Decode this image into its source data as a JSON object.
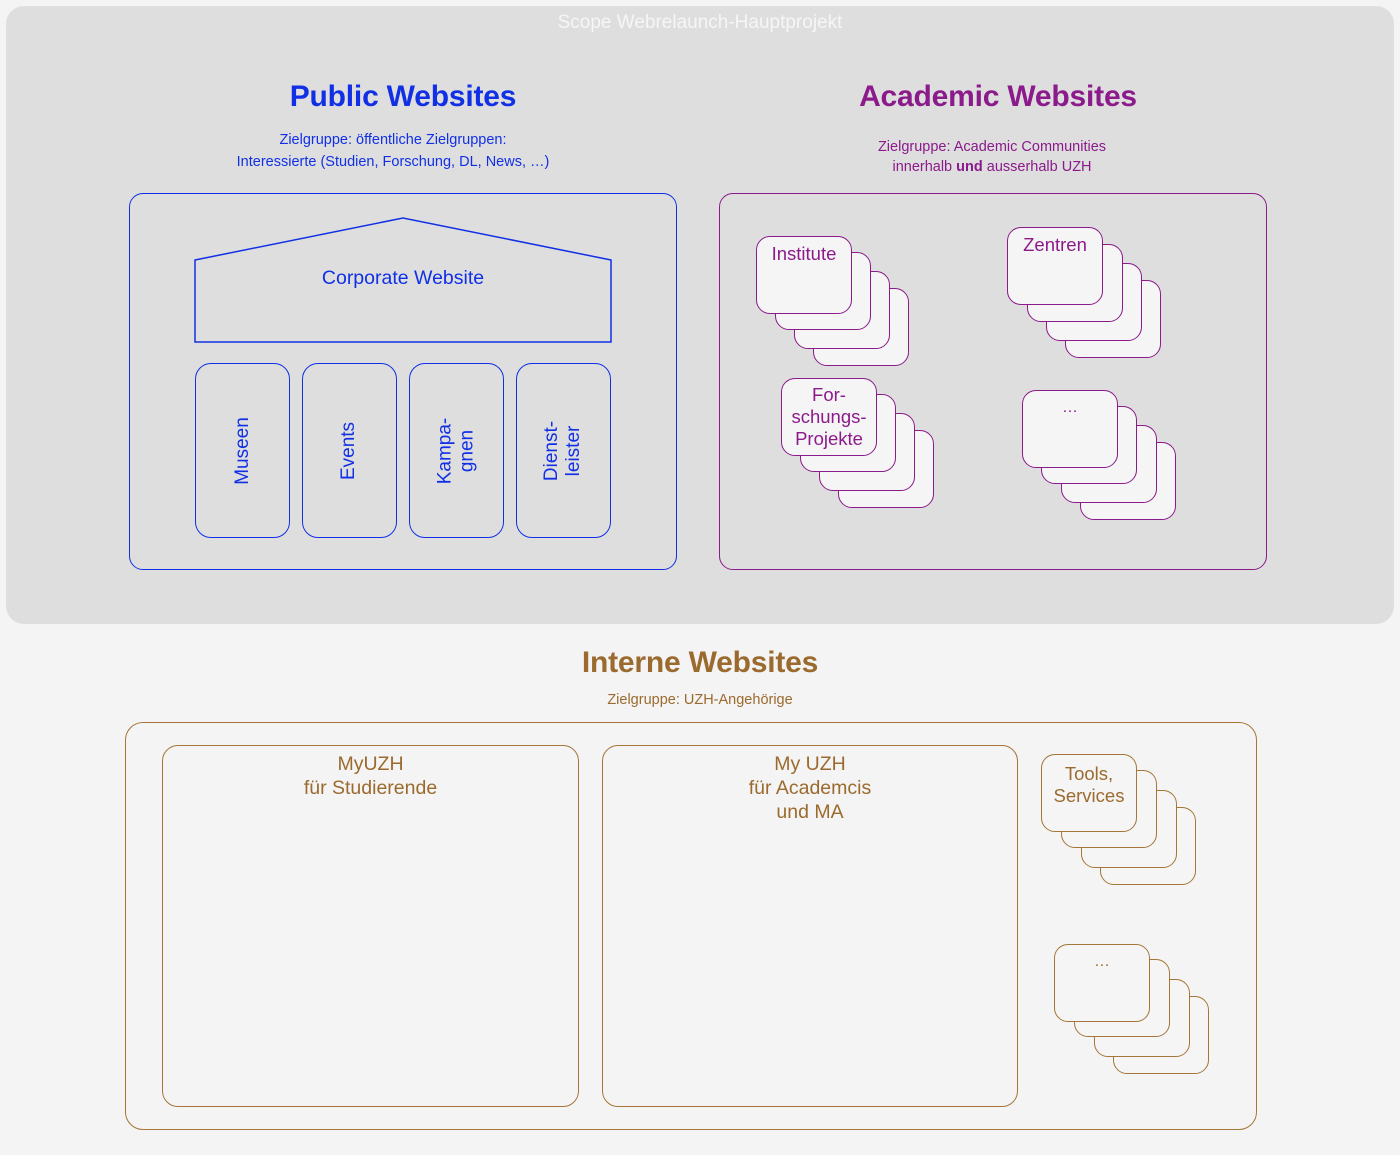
{
  "scope": {
    "title": "Scope Webrelaunch-Hauptprojekt"
  },
  "colors": {
    "public": "#1130e6",
    "academic": "#8b1a8b",
    "internal": "#9b6a2e",
    "scope_background": "#dedede",
    "page_background": "#f4f4f4"
  },
  "public": {
    "title": "Public Websites",
    "audience_line1": "Zielgruppe: öffentliche Zielgruppen:",
    "audience_line2": "Interessierte (Studien, Forschung, DL, News, …)",
    "corporate": "Corporate Website",
    "pillars": [
      {
        "label": "Museen"
      },
      {
        "label": "Events"
      },
      {
        "label": "Kampa-\ngnen"
      },
      {
        "label": "Dienst-\nleister"
      }
    ]
  },
  "academic": {
    "title": "Academic Websites",
    "audience_line1": "Zielgruppe: Academic Communities",
    "audience_line2_pre": "innerhalb ",
    "audience_line2_bold": "und",
    "audience_line2_post": " ausserhalb UZH",
    "stacks": [
      {
        "label": "Institute"
      },
      {
        "label": "Zentren"
      },
      {
        "label": "For-\nschungs-\nProjekte"
      },
      {
        "label": "…"
      }
    ]
  },
  "internal": {
    "title": "Interne Websites",
    "audience": "Zielgruppe: UZH-Angehörige",
    "boxes": [
      {
        "label": "MyUZH\nfür Studierende"
      },
      {
        "label": "My UZH\nfür Academcis\nund MA"
      }
    ],
    "stacks": [
      {
        "label": "Tools,\nServices"
      },
      {
        "label": "…"
      }
    ]
  }
}
